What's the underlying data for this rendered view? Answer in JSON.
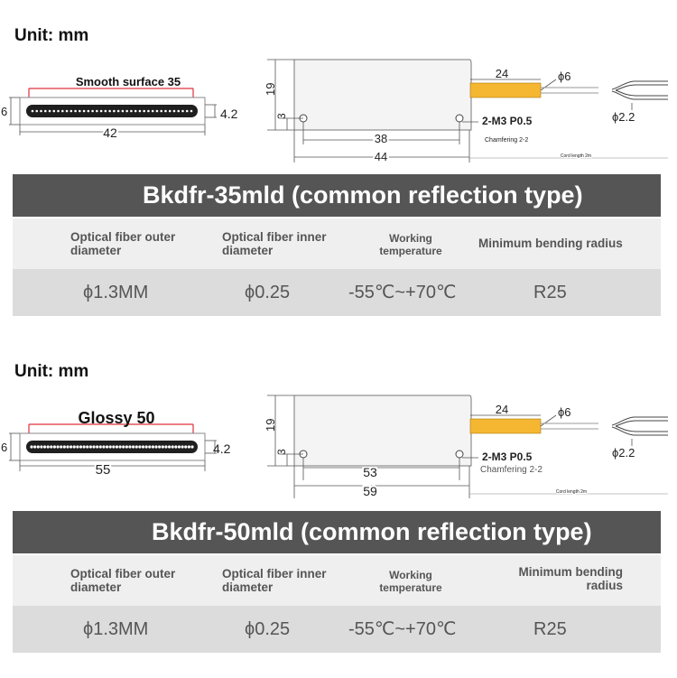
{
  "sections": [
    {
      "unit_label": "Unit: mm",
      "front": {
        "surface_label": "Smooth surface 35",
        "height": "6",
        "thickness": "4.2",
        "length": "42"
      },
      "side": {
        "height": "19",
        "hole_offset": "3",
        "hole_spacing": "38",
        "body_length": "44",
        "sleeve_length": "24",
        "sleeve_diameter": "ϕ6",
        "tip_diameter": "ϕ2.2",
        "mount": "2-M3 P0.5",
        "chamfer": "Chamfering 2-2",
        "cord": "Cord length 2m"
      },
      "title": "Bkdfr-35mld (common reflection type)",
      "specs": {
        "headers": [
          "Optical fiber outer diameter",
          "Optical fiber inner diameter",
          "Working temperature",
          "Minimum bending radius"
        ],
        "values": [
          "ϕ1.3MM",
          "ϕ0.25",
          "-55℃~+70℃",
          "R25"
        ]
      }
    },
    {
      "unit_label": "Unit: mm",
      "front": {
        "surface_label": "Glossy 50",
        "height": "6",
        "thickness": "4.2",
        "length": "55"
      },
      "side": {
        "height": "19",
        "hole_offset": "3",
        "hole_spacing": "53",
        "body_length": "59",
        "sleeve_length": "24",
        "sleeve_diameter": "ϕ6",
        "tip_diameter": "ϕ2.2",
        "mount": "2-M3 P0.5",
        "chamfer": "Chamfering 2-2",
        "cord": "Cord length 2m"
      },
      "title": "Bkdfr-50mld (common reflection type)",
      "specs": {
        "headers": [
          "Optical fiber outer diameter",
          "Optical fiber inner diameter",
          "Working temperature",
          "Minimum bending radius"
        ],
        "values": [
          "ϕ1.3MM",
          "ϕ0.25",
          "-55℃~+70℃",
          "R25"
        ]
      }
    }
  ],
  "colors": {
    "title_bar": "#555555",
    "header_row": "#efefef",
    "value_row": "#dcdcdc",
    "sleeve": "#f5b731",
    "dimension_red": "#e0303a",
    "fiber_strip": "#1f1f1f",
    "fiber_dot": "#ffffff"
  }
}
